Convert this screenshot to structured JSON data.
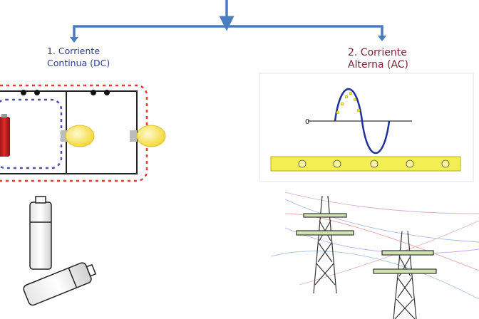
{
  "branches": {
    "dc": {
      "line1": "1. Corriente",
      "line2": "Continua (DC)",
      "color": "#2c3e80"
    },
    "ac": {
      "line1": "2. Corriente",
      "line2": "Alterna (AC)",
      "color": "#7a1f2e"
    }
  },
  "ac_wave": {
    "zero_label": "0"
  },
  "colors": {
    "arrow": "#4a7cc0",
    "dc_arrows_outer": "#e23b2e",
    "dc_arrows_inner": "#4a4fa8",
    "battery": "#c8191d",
    "bulb": "#f7e45c",
    "ac_strip": "#f3ee52",
    "wave": "#1f2f9c"
  },
  "icons": [
    "down-arrow-icon",
    "battery-icon",
    "light-bulb-icon",
    "sine-wave-icon",
    "power-tower-icon"
  ]
}
